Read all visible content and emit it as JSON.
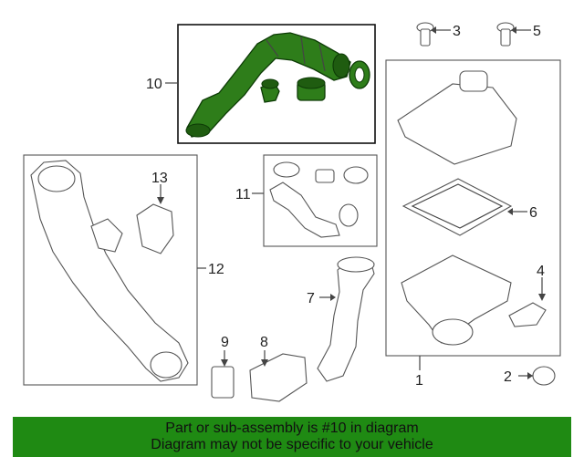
{
  "callouts": {
    "c1": "1",
    "c2": "2",
    "c3": "3",
    "c4": "4",
    "c5": "5",
    "c6": "6",
    "c7": "7",
    "c8": "8",
    "c9": "9",
    "c10": "10",
    "c11": "11",
    "c12": "12",
    "c13": "13"
  },
  "highlighted_part": "10",
  "colors": {
    "highlight": "#2e7d1a",
    "banner": "#1f8a13"
  },
  "banner": {
    "line1": "Part or sub-assembly is #10 in diagram",
    "line2": "Diagram may not be specific to your vehicle"
  }
}
